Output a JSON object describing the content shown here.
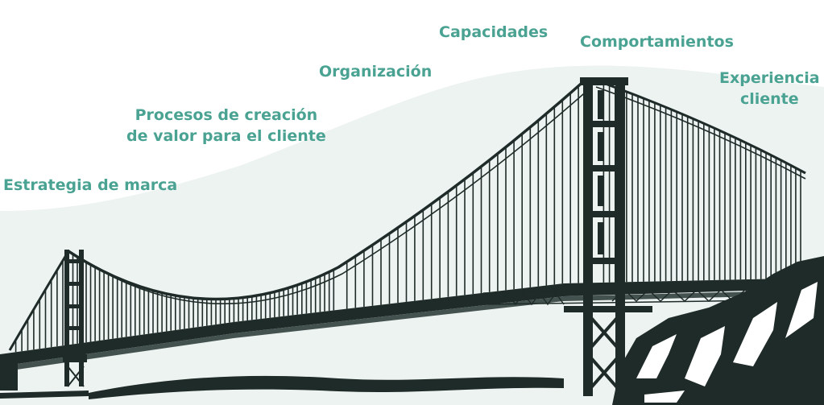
{
  "labels": {
    "estrategia": "Estrategia de marca",
    "procesos_line1": "Procesos de creación",
    "procesos_line2": "de valor para el cliente",
    "organizacion": "Organización",
    "capacidades": "Capacidades",
    "comportamientos": "Comportamientos",
    "experiencia_line1": "Experiencia",
    "experiencia_line2": "cliente"
  },
  "colors": {
    "label_text": "#4aa392",
    "background_wave": "#edf3f1",
    "bridge_ink": "#1f2b28"
  },
  "illustration": {
    "subject": "suspension-bridge",
    "icon": "golden-gate-bridge-icon"
  }
}
